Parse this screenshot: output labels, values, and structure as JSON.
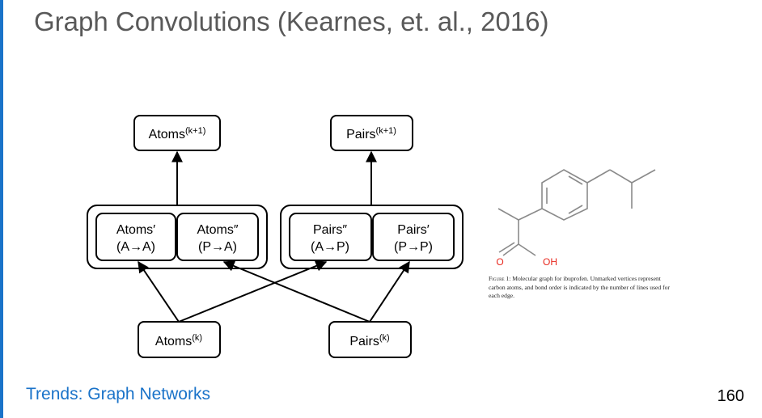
{
  "slide": {
    "title": "Graph Convolutions (Kearnes, et. al., 2016)",
    "footer": "Trends: Graph Networks",
    "page_number": "160"
  },
  "diagram": {
    "atoms_next": {
      "label": "Atoms",
      "sup": "(k+1)"
    },
    "pairs_next": {
      "label": "Pairs",
      "sup": "(k+1)"
    },
    "atoms_aa": {
      "line1": "Atoms′",
      "line2": "(A→A)"
    },
    "atoms_pa": {
      "line1": "Atoms″",
      "line2": "(P→A)"
    },
    "pairs_ap": {
      "line1": "Pairs″",
      "line2": "(A→P)"
    },
    "pairs_pp": {
      "line1": "Pairs′",
      "line2": "(P→P)"
    },
    "atoms_k": {
      "label": "Atoms",
      "sup": "(k)"
    },
    "pairs_k": {
      "label": "Pairs",
      "sup": "(k)"
    }
  },
  "molecule": {
    "atom_o": "O",
    "atom_oh": "OH",
    "caption_lead": "Figure 1:",
    "caption_text": "Molecular graph for ibuprofen. Unmarked vertices represent carbon atoms, and bond order is indicated by the number of lines used for each edge.",
    "oxygen_color": "#e8281e"
  }
}
